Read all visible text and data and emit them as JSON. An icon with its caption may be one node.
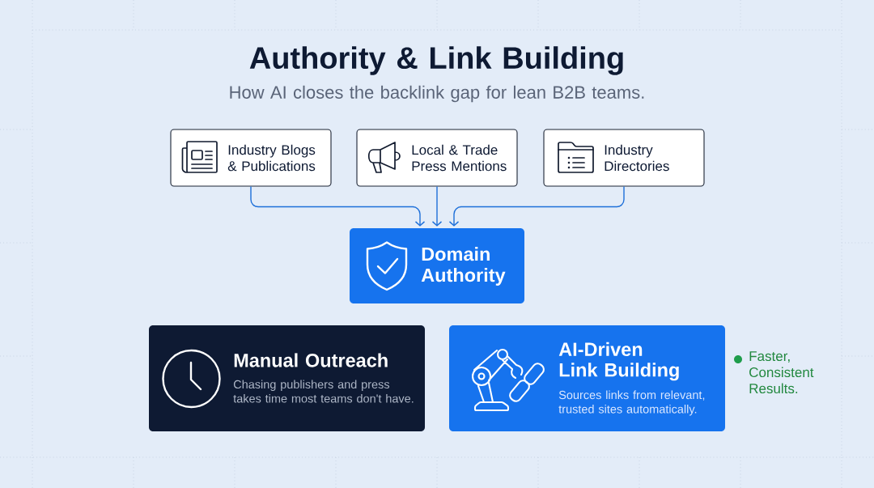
{
  "diagram": {
    "title": "Authority & Link Building",
    "nodes": [
      {
        "text": [
          "Industry Blogs & Publications"
        ]
      },
      {
        "text": [
          "Local & Trade Press Mentions"
        ]
      },
      {
        "text": [
          "Industry Directories"
        ]
      },
      {
        "text": [
          "Domain Authority"
        ]
      },
      {
        "text": [
          "Manual Outreach",
          "Chasing publishers and press takes time most teams don't have."
        ]
      },
      {
        "text": [
          "AI-Driven Link Building",
          "Sources links from relevant, trusted sites automatically."
        ],
        "beside": [
          "Faster, Consistent Results."
        ]
      }
    ],
    "edges": [
      {
        "from": 0,
        "to": 3,
        "arrow": "to"
      },
      {
        "from": 1,
        "to": 3,
        "arrow": "to"
      },
      {
        "from": 2,
        "to": 3,
        "arrow": "to"
      }
    ],
    "labels": [
      "How AI closes the backlink gap for lean B2B teams."
    ]
  }
}
